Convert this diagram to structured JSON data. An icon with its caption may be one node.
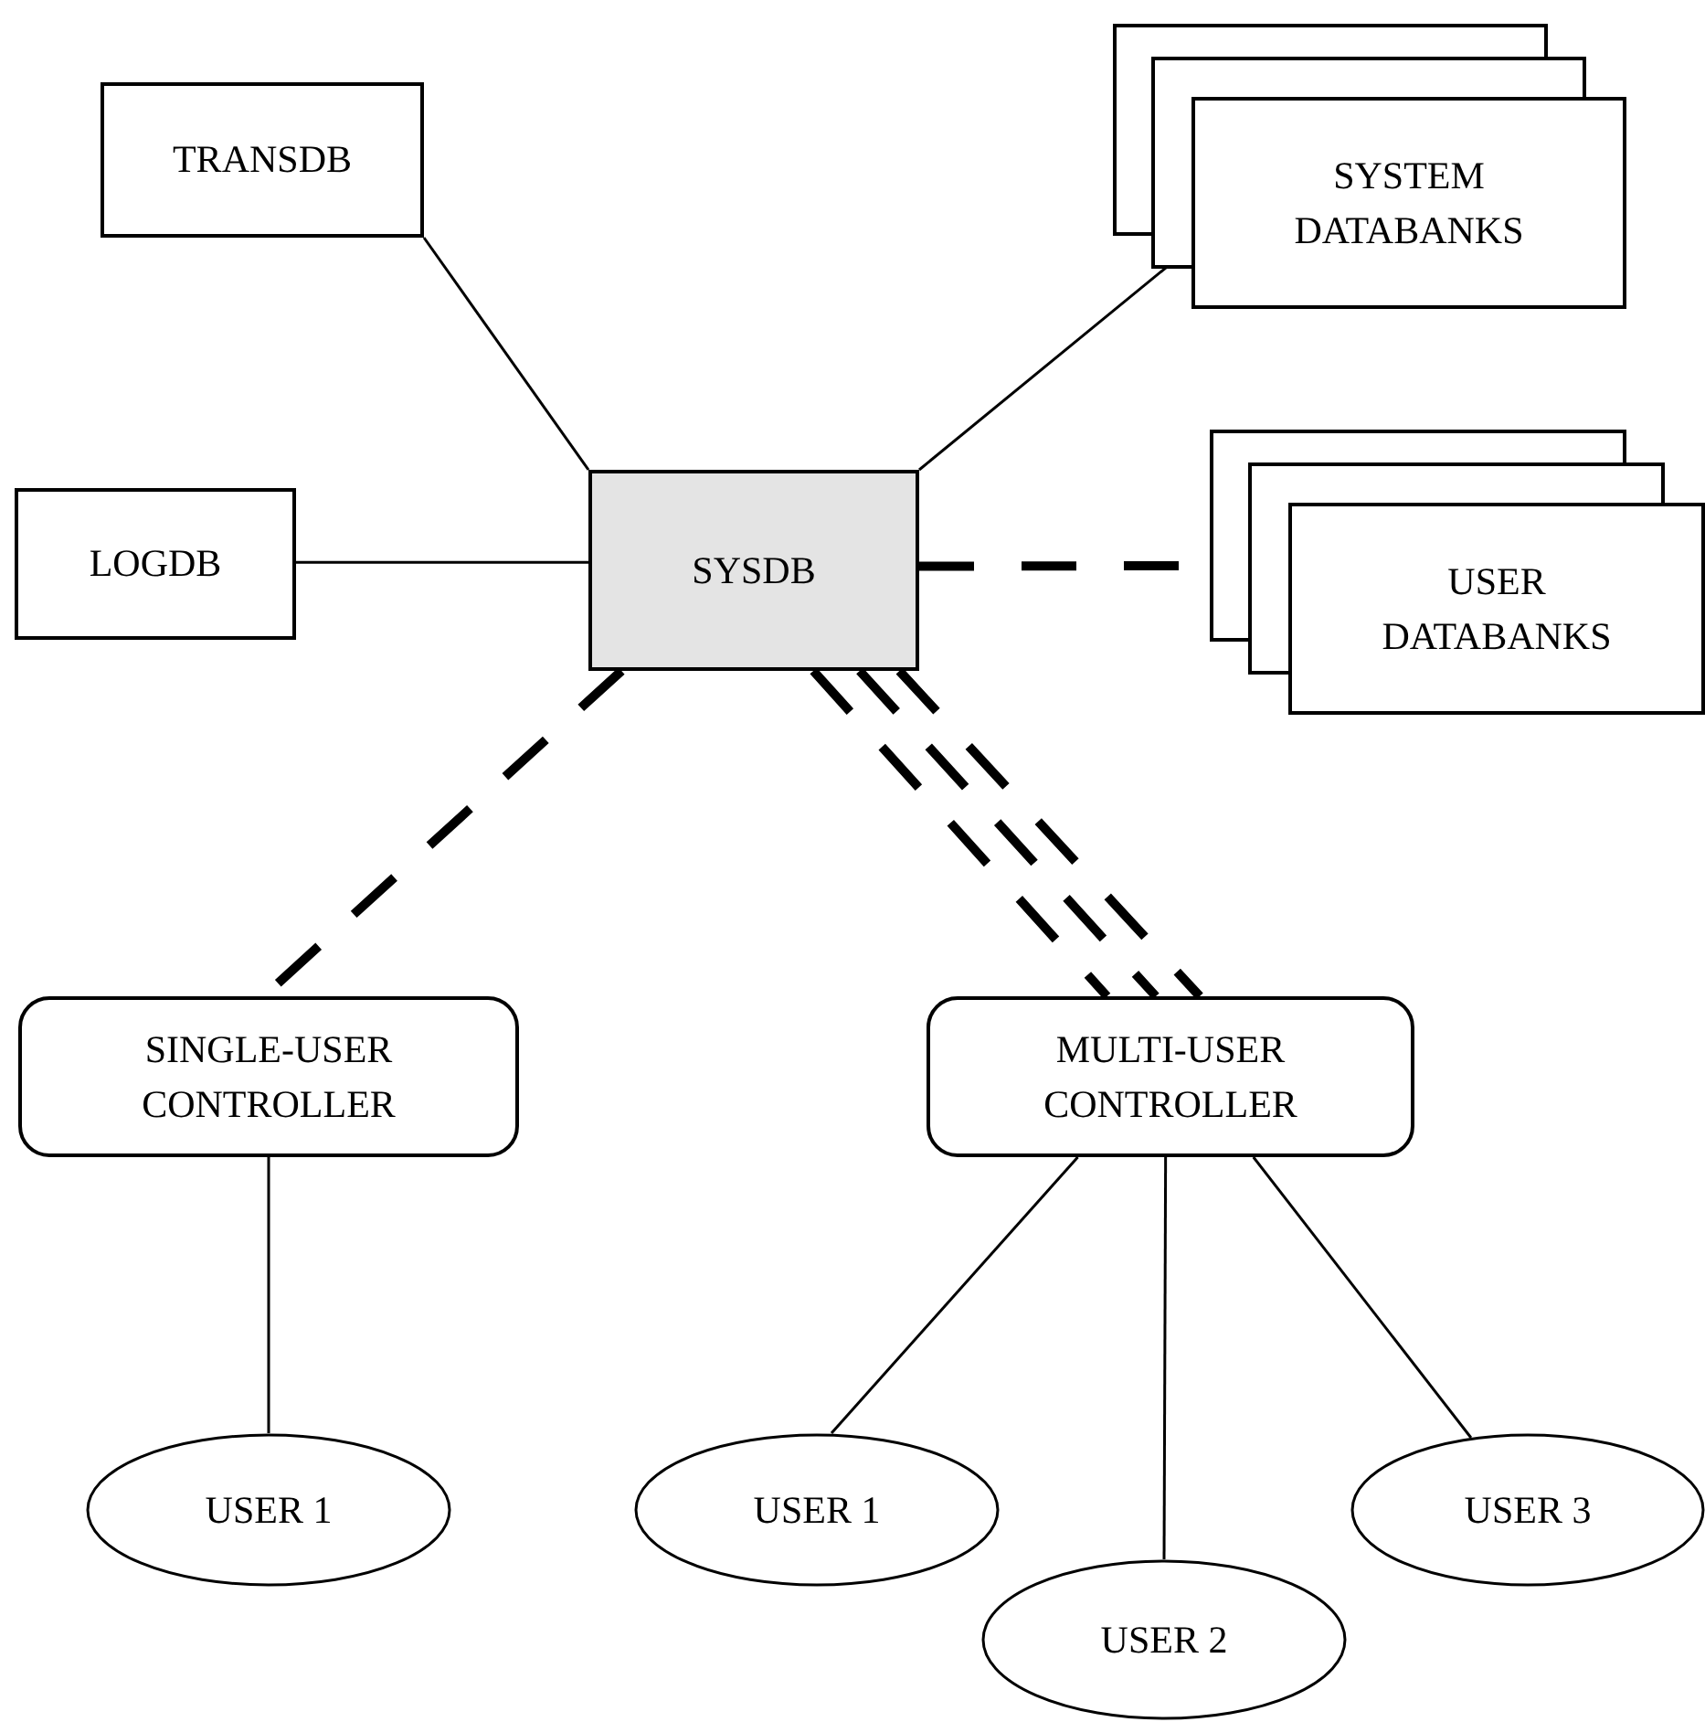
{
  "diagram": {
    "nodes": [
      {
        "text": [
          "TRANSDB"
        ]
      },
      {
        "text": [
          "SYSTEM DATABANKS"
        ]
      },
      {
        "text": [
          "LOGDB"
        ]
      },
      {
        "text": [
          "SYSDB"
        ]
      },
      {
        "text": [
          "USER DATABANKS"
        ]
      },
      {
        "text": [
          "SINGLE-USER CONTROLLER"
        ]
      },
      {
        "text": [
          "MULTI-USER CONTROLLER"
        ]
      },
      {
        "text": [
          "USER 1"
        ]
      },
      {
        "text": [
          "USER 1"
        ]
      },
      {
        "text": [
          "USER 2"
        ]
      },
      {
        "text": [
          "USER 3"
        ]
      }
    ],
    "edges": [
      {
        "from": 0,
        "to": 3,
        "arrow": "none"
      },
      {
        "from": 1,
        "to": 3,
        "arrow": "none"
      },
      {
        "from": 2,
        "to": 3,
        "arrow": "none"
      },
      {
        "from": 3,
        "to": 4,
        "arrow": "none",
        "style": "dashed"
      },
      {
        "from": 3,
        "to": 5,
        "arrow": "none",
        "style": "dashed"
      },
      {
        "from": 3,
        "to": 6,
        "arrow": "none",
        "style": "dashed"
      },
      {
        "from": 3,
        "to": 6,
        "arrow": "none",
        "style": "dashed"
      },
      {
        "from": 3,
        "to": 6,
        "arrow": "none",
        "style": "dashed"
      },
      {
        "from": 5,
        "to": 7,
        "arrow": "none"
      },
      {
        "from": 6,
        "to": 8,
        "arrow": "none"
      },
      {
        "from": 6,
        "to": 9,
        "arrow": "none"
      },
      {
        "from": 6,
        "to": 10,
        "arrow": "none"
      }
    ]
  }
}
